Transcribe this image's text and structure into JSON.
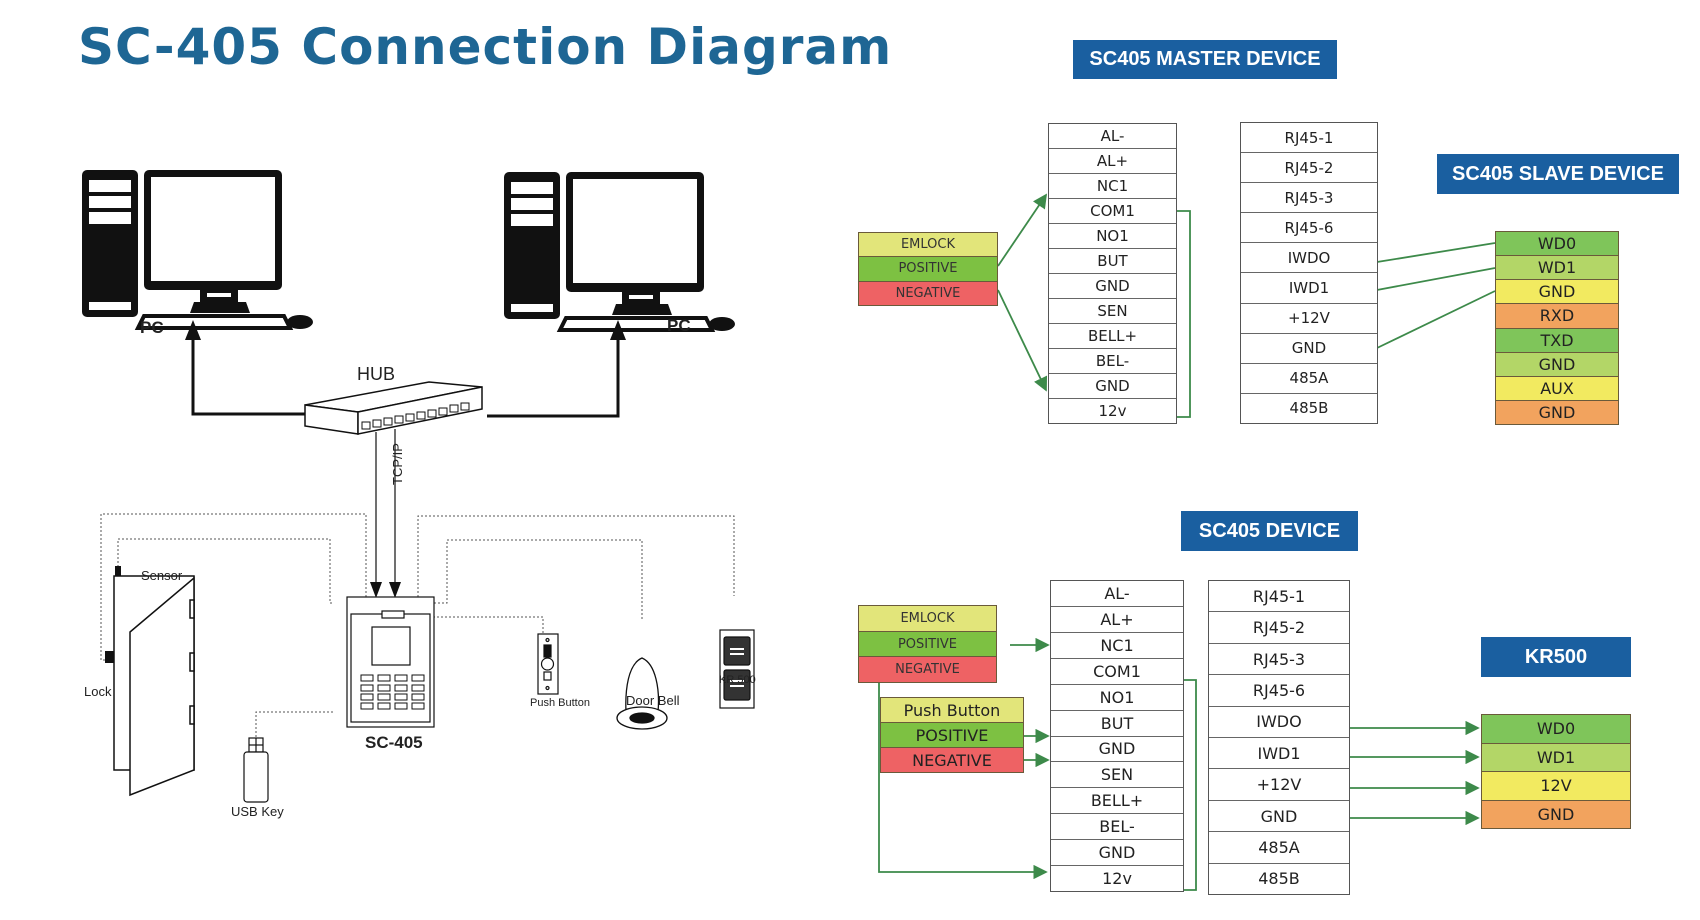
{
  "title": "SC-405 Connection Diagram",
  "colors": {
    "header_bg": "#1a5fa0",
    "title": "#1e6694",
    "wire": "#3d8a4a",
    "yellow": "#e2e57a",
    "green": "#7dc142",
    "red": "#ee6264",
    "light_green": "#b3d667",
    "bright_yellow": "#f2ea60",
    "orange": "#f2a35e",
    "mid_green": "#7fc55a"
  },
  "network": {
    "pc_left_label": "PC",
    "pc_right_label": "PC",
    "hub_label": "HUB",
    "tcpip_label": "TCP/IP",
    "device_label": "SC-405",
    "sensor_label": "Sensor",
    "lock_label": "Lock",
    "usb_label": "USB Key",
    "push_button_label": "Push Button",
    "door_bell_label": "Door Bell",
    "kr500_label": "KR 500"
  },
  "master": {
    "header": "SC405 MASTER DEVICE",
    "left_terminals": [
      "AL-",
      "AL+",
      "NC1",
      "COM1",
      "NO1",
      "BUT",
      "GND",
      "SEN",
      "BELL+",
      "BEL-",
      "GND",
      "12v"
    ],
    "right_terminals": [
      "RJ45-1",
      "RJ45-2",
      "RJ45-3",
      "RJ45-6",
      "IWDO",
      "IWD1",
      "+12V",
      "GND",
      "485A",
      "485B"
    ],
    "emlock_box": [
      "EMLOCK",
      "POSITIVE",
      "NEGATIVE"
    ]
  },
  "slave": {
    "header": "SC405 SLAVE DEVICE",
    "terminals": [
      "WD0",
      "WD1",
      "GND",
      "RXD",
      "TXD",
      "GND",
      "AUX",
      "GND"
    ]
  },
  "device": {
    "header": "SC405 DEVICE",
    "left_terminals": [
      "AL-",
      "AL+",
      "NC1",
      "COM1",
      "NO1",
      "BUT",
      "GND",
      "SEN",
      "BELL+",
      "BEL-",
      "GND",
      "12v"
    ],
    "right_terminals": [
      "RJ45-1",
      "RJ45-2",
      "RJ45-3",
      "RJ45-6",
      "IWDO",
      "IWD1",
      "+12V",
      "GND",
      "485A",
      "485B"
    ],
    "emlock_box": [
      "EMLOCK",
      "POSITIVE",
      "NEGATIVE"
    ],
    "push_button_box": [
      "Push Button",
      "POSITIVE",
      "NEGATIVE"
    ]
  },
  "kr500": {
    "header": "KR500",
    "terminals": [
      "WD0",
      "WD1",
      "12V",
      "GND"
    ]
  }
}
